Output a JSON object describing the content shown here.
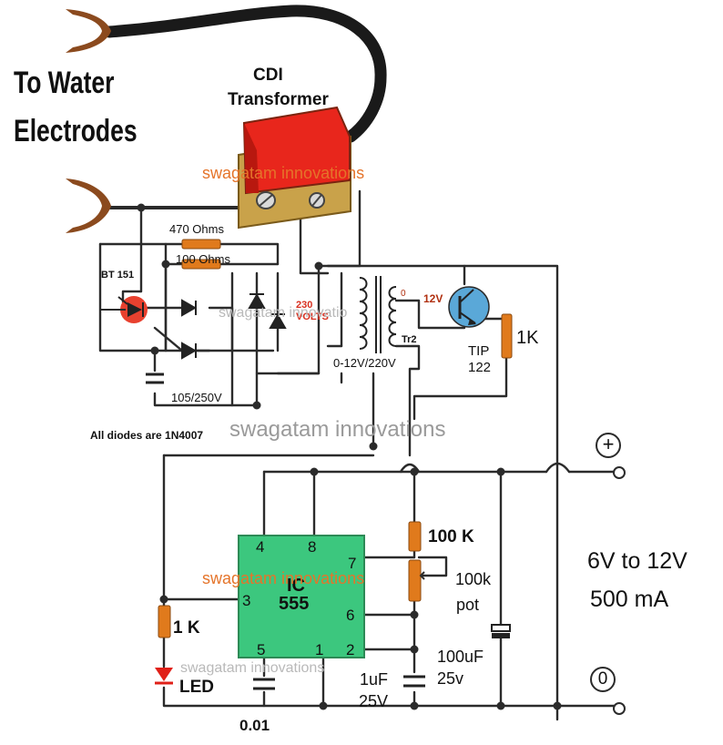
{
  "labels": {
    "to_water": "To Water",
    "electrodes": "Electrodes",
    "cdi": "CDI",
    "transformer": "Transformer",
    "r470": "470 Ohms",
    "r100": "100 Ohms",
    "bt151": "BT 151",
    "cap105": "105/250V",
    "volts230_a": "230",
    "volts230_b": "VOLTS",
    "tr_rating": "0-12V/220V",
    "tr2": "Tr2",
    "v12": "12V",
    "v0": "0",
    "tip": "TIP",
    "tip_num": "122",
    "r1k_top": "1K",
    "diodes_note": "All diodes are 1N4007",
    "plus": "+",
    "zero": "0",
    "supply_v": "6V to 12V",
    "supply_i": "500 mA",
    "r100k": "100 K",
    "pot_a": "100k",
    "pot_b": "pot",
    "ic_a": "IC",
    "ic_b": "555",
    "pin4": "4",
    "pin8": "8",
    "pin7": "7",
    "pin3": "3",
    "pin6": "6",
    "pin5": "5",
    "pin1": "1",
    "pin2": "2",
    "r1k_led": "1 K",
    "led": "LED",
    "c1u_a": "1uF",
    "c1u_b": "25V",
    "c100u_a": "100uF",
    "c100u_b": "25v",
    "c001": "0.01"
  },
  "watermarks": {
    "wm1": "swagatam innovations",
    "wm2": "swagatam innovatio",
    "wm3": "swagatam innovations",
    "wm4": "swagatam innovations",
    "wm5": "swagatam innovations"
  },
  "colors": {
    "wire": "#2b2b2b",
    "resistor": "#e07a1c",
    "ic_fill": "#3cc77e",
    "transistor": "#5aa8d8",
    "coil_red": "#e8261c",
    "coil_dark": "#7a2410",
    "hook": "#8b4a1e",
    "led_red": "#e02018",
    "watermark": "#e5742a"
  }
}
